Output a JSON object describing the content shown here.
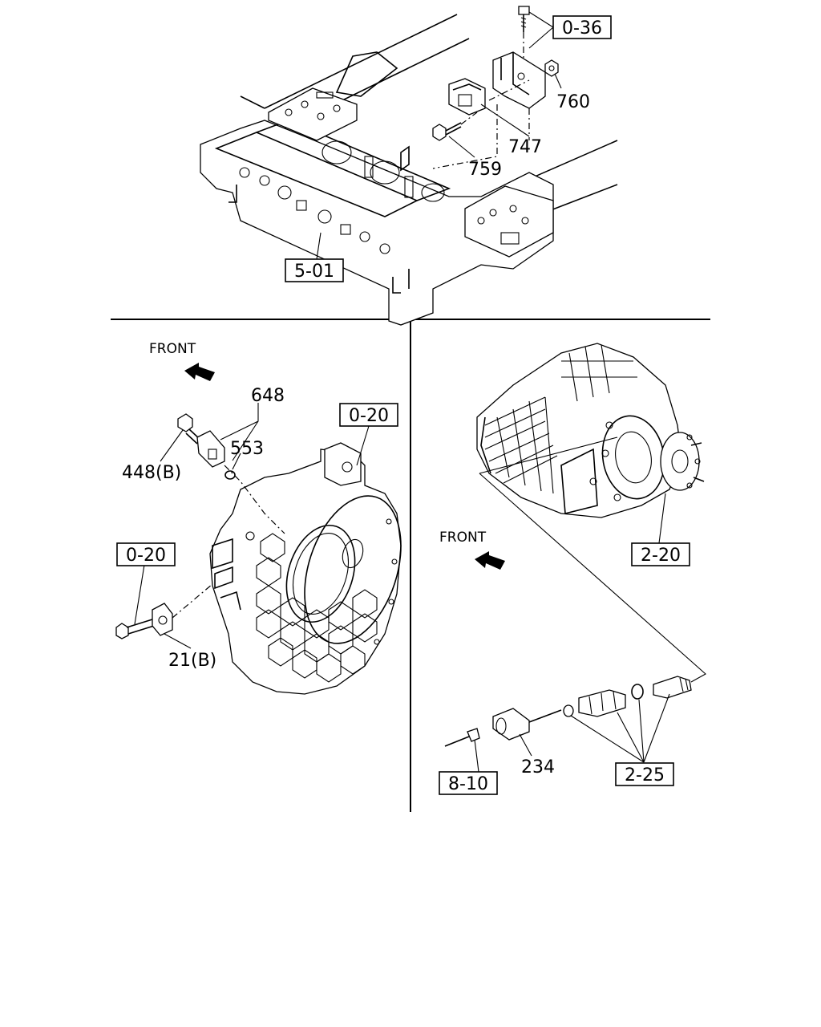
{
  "top_panel": {
    "refs": {
      "ref_0_36": "0-36",
      "ref_5_01": "5-01"
    },
    "parts": {
      "p760": "760",
      "p747": "747",
      "p759": "759"
    }
  },
  "left_panel": {
    "front": "FRONT",
    "refs": {
      "ref_0_20_a": "0-20",
      "ref_0_20_b": "0-20"
    },
    "parts": {
      "p648": "648",
      "p553": "553",
      "p448b": "448(B)",
      "p21b": "21(B)"
    }
  },
  "right_panel": {
    "front": "FRONT",
    "refs": {
      "ref_2_20": "2-20",
      "ref_2_25": "2-25",
      "ref_8_10": "8-10"
    },
    "parts": {
      "p234": "234"
    }
  }
}
